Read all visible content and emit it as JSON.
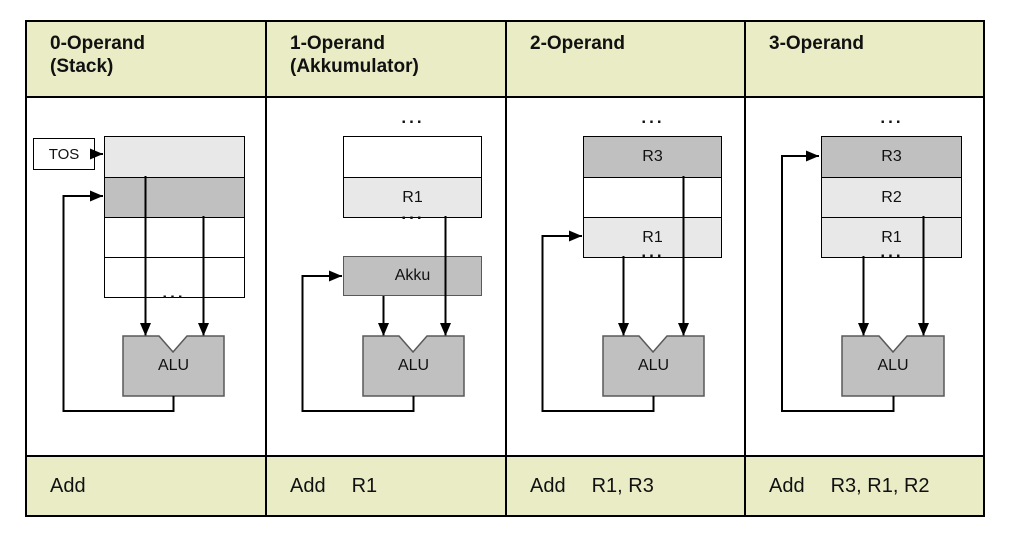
{
  "colors": {
    "band_bg": "#e9ecc5",
    "row_light": "#e8e8e8",
    "row_dark": "#c0c0c0",
    "alu_fill": "#c0c0c0",
    "alu_border": "#595959",
    "line": "#000000",
    "table_border": "#000000",
    "page_bg": "#ffffff"
  },
  "ellipsis": "...",
  "columns": [
    {
      "header": {
        "title": "0-Operand",
        "subtitle": "(Stack)"
      },
      "instruction": {
        "mnemonic": "Add",
        "operands": ""
      },
      "diagram": {
        "tos_label": "TOS",
        "rows": [
          {
            "label": "",
            "shade": "light"
          },
          {
            "label": "",
            "shade": "dark"
          },
          {
            "label": "",
            "shade": "white"
          },
          {
            "label": "",
            "shade": "white"
          }
        ],
        "alu_label": "ALU"
      }
    },
    {
      "header": {
        "title": "1-Operand",
        "subtitle": "(Akkumulator)"
      },
      "instruction": {
        "mnemonic": "Add",
        "operands": "R1"
      },
      "diagram": {
        "rows": [
          {
            "label": "",
            "shade": "white"
          },
          {
            "label": "R1",
            "shade": "light"
          }
        ],
        "akku_label": "Akku",
        "alu_label": "ALU"
      }
    },
    {
      "header": {
        "title": "2-Operand",
        "subtitle": ""
      },
      "instruction": {
        "mnemonic": "Add",
        "operands": "R1, R3"
      },
      "diagram": {
        "rows": [
          {
            "label": "R3",
            "shade": "dark"
          },
          {
            "label": "",
            "shade": "white"
          },
          {
            "label": "R1",
            "shade": "light"
          }
        ],
        "alu_label": "ALU"
      }
    },
    {
      "header": {
        "title": "3-Operand",
        "subtitle": ""
      },
      "instruction": {
        "mnemonic": "Add",
        "operands": "R3, R1, R2"
      },
      "diagram": {
        "rows": [
          {
            "label": "R3",
            "shade": "dark"
          },
          {
            "label": "R2",
            "shade": "light"
          },
          {
            "label": "R1",
            "shade": "light"
          }
        ],
        "alu_label": "ALU"
      }
    }
  ]
}
